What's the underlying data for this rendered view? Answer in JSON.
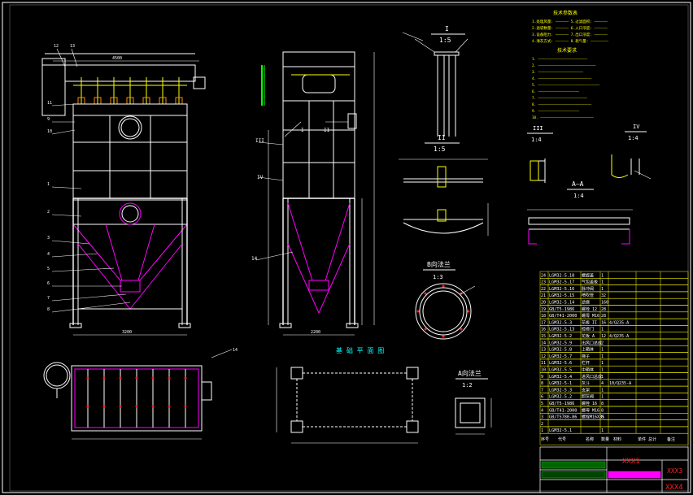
{
  "sheet": {
    "border_color": "#ffffff",
    "line_color": "#ffffff",
    "accent_magenta": "#ff00ff",
    "accent_yellow": "#ffff00",
    "accent_green": "#00ff00",
    "accent_cyan": "#00ffff",
    "accent_red": "#ff2020"
  },
  "views": {
    "detail_I": {
      "roman": "I",
      "scale": "1:5"
    },
    "detail_II": {
      "roman": "II",
      "scale": "1:5"
    },
    "detail_III": {
      "roman": "III",
      "scale": "1:4"
    },
    "detail_IV": {
      "roman": "IV",
      "scale": "1:4"
    },
    "section_AA": {
      "label": "A—A",
      "scale": "1:4"
    },
    "flange_B": {
      "label": "B向法兰",
      "scale": "1:3"
    },
    "flange_A": {
      "label": "A向法兰",
      "scale": "1:2"
    },
    "foundation": {
      "label": "基 础 平 面 图"
    }
  },
  "callouts": {
    "front": [
      "1",
      "2",
      "3",
      "4",
      "5",
      "6",
      "7",
      "8",
      "9",
      "10",
      "11",
      "12",
      "13"
    ],
    "side": [
      "14",
      "III",
      "IV",
      "I",
      "II"
    ],
    "plan": [
      "14"
    ]
  },
  "parts_table": {
    "rows": [
      {
        "no": "24",
        "code": "LGM32-5.18",
        "name": "螺旋盖",
        "qty": "1",
        "mat": ""
      },
      {
        "no": "23",
        "code": "LGM32-5.17",
        "name": "气包盖板",
        "qty": "1",
        "mat": ""
      },
      {
        "no": "22",
        "code": "LGM32-5.16",
        "name": "脉冲阀",
        "qty": "1",
        "mat": ""
      },
      {
        "no": "21",
        "code": "LGM32-5.15",
        "name": "喷吹管",
        "qty": "32",
        "mat": ""
      },
      {
        "no": "20",
        "code": "LGM32-5.14",
        "name": "滤袋",
        "qty": "160",
        "mat": ""
      },
      {
        "no": "19",
        "code": "GB/T5-1986",
        "name": "螺栓 12",
        "qty": "28",
        "mat": ""
      },
      {
        "no": "18",
        "code": "GB/T41-2000",
        "name": "螺母 M16",
        "qty": "28",
        "mat": ""
      },
      {
        "no": "17",
        "code": "LGM32-5-3",
        "name": "花板 II",
        "qty": "16",
        "mat": "4/Q235-A"
      },
      {
        "no": "16",
        "code": "LGM32-5.13",
        "name": "检修门",
        "qty": "1",
        "mat": ""
      },
      {
        "no": "15",
        "code": "LGM32-5-2",
        "name": "花板 A",
        "qty": "12",
        "mat": "4/Q235-A"
      },
      {
        "no": "14",
        "code": "LGM32-5.9",
        "name": "出风口总成",
        "qty": "2",
        "mat": ""
      },
      {
        "no": "13",
        "code": "LGM32-5.8",
        "name": "上箱体",
        "qty": "1",
        "mat": ""
      },
      {
        "no": "12",
        "code": "LGM32-5.7",
        "name": "梯子",
        "qty": "1",
        "mat": ""
      },
      {
        "no": "11",
        "code": "LGM32-5.6",
        "name": "栏杆",
        "qty": "1",
        "mat": ""
      },
      {
        "no": "10",
        "code": "LGM32-5.5",
        "name": "中箱体",
        "qty": "1",
        "mat": ""
      },
      {
        "no": "9",
        "code": "LGM32-5.4",
        "name": "进风口总成",
        "qty": "1",
        "mat": ""
      },
      {
        "no": "8",
        "code": "LGM32-5-1",
        "name": "灰斗",
        "qty": "4",
        "mat": "10/Q235-A"
      },
      {
        "no": "7",
        "code": "LGM32-5.3",
        "name": "支架",
        "qty": "1",
        "mat": ""
      },
      {
        "no": "6",
        "code": "LGM32-5.2",
        "name": "卸灰阀",
        "qty": "1",
        "mat": ""
      },
      {
        "no": "5",
        "code": "GB/T5-1986",
        "name": "螺栓 16",
        "qty": "8",
        "mat": ""
      },
      {
        "no": "4",
        "code": "GB/T41-2000",
        "name": "螺母 M16",
        "qty": "8",
        "mat": ""
      },
      {
        "no": "3",
        "code": "GB/T5780-86",
        "name": "螺栓M16X35",
        "qty": "8",
        "mat": ""
      },
      {
        "no": "2",
        "code": "",
        "name": "",
        "qty": "",
        "mat": ""
      },
      {
        "no": "1",
        "code": "LGM32-5.1",
        "name": "",
        "qty": "1",
        "mat": ""
      }
    ],
    "header": {
      "no": "序号",
      "code": "代号",
      "name": "名称",
      "qty": "数量",
      "mat": "材料",
      "mass": "单件 总计",
      "note": "备注"
    }
  },
  "title_block": {
    "name_red": "XXX1",
    "code_red": "XXX3",
    "sheet_red": "XXX4"
  },
  "notes_title_1": "技术参数表",
  "notes_title_2": "技术要求"
}
